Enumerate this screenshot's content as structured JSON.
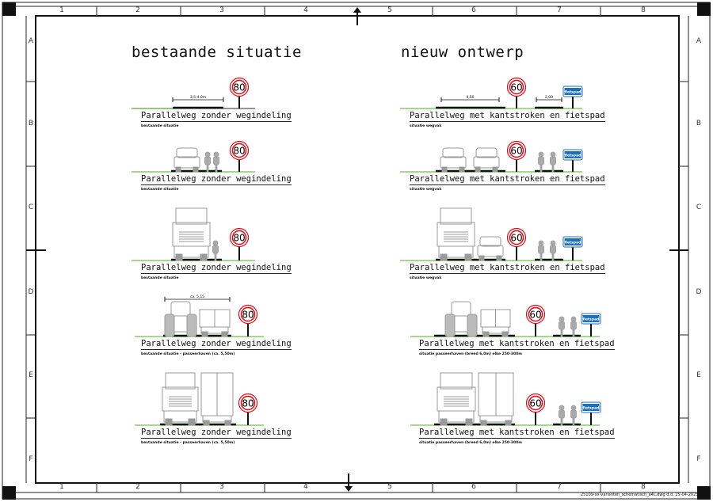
{
  "headings": {
    "left": "bestaande situatie",
    "right": "nieuw ontwerp"
  },
  "grid": {
    "columns": [
      "1",
      "2",
      "3",
      "4",
      "5",
      "6",
      "7",
      "8"
    ],
    "rows": [
      "A",
      "B",
      "C",
      "D",
      "E",
      "F"
    ]
  },
  "left_sections": [
    {
      "title": "Parallelweg zonder wegindeling",
      "subtitle": "bestaande situatie",
      "dimension": "3,5-4,0m",
      "speed": "80"
    },
    {
      "title": "Parallelweg zonder wegindeling",
      "subtitle": "bestaande situatie",
      "speed": "80"
    },
    {
      "title": "Parallelweg zonder wegindeling",
      "subtitle": "bestaande situatie",
      "speed": "80"
    },
    {
      "title": "Parallelweg zonder wegindeling",
      "subtitle": "bestaande situatie - passeerhaven (ca. 5,50m)",
      "dimension": "ca. 5,15",
      "speed": "80"
    },
    {
      "title": "Parallelweg zonder wegindeling",
      "subtitle": "bestaande situatie - passeerhaven (ca. 5,50m)",
      "speed": "80"
    }
  ],
  "right_sections": [
    {
      "title": "Parallelweg met kantstroken en fietspad",
      "subtitle": "situatie wegvak",
      "dimension": "4,50",
      "dimension2": "2,00",
      "speed": "60",
      "sign": "fietspad"
    },
    {
      "title": "Parallelweg met kantstroken en fietspad",
      "subtitle": "situatie wegvak",
      "speed": "60",
      "sign": "fietspad"
    },
    {
      "title": "Parallelweg met kantstroken en fietspad",
      "subtitle": "situatie wegvak",
      "speed": "60",
      "sign": "fietspad"
    },
    {
      "title": "Parallelweg met kantstroken en fietspad",
      "subtitle": "situatie passeerhaven (breed 6,0m) elke 250-300m",
      "speed": "60",
      "sign": "fietspad"
    },
    {
      "title": "Parallelweg met kantstroken en fietspad",
      "subtitle": "situatie passeerhaven (breed 6,0m) elke 250-300m",
      "speed": "60",
      "sign": "fietspad"
    }
  ],
  "footer": {
    "filename": "25109-xx-varianten_schematisch_a4L.dwg d.d. 25-04-2025"
  },
  "colors": {
    "grass": "#6cc24a",
    "sign_red": "#e30613",
    "sign_blue": "#1f6fb8",
    "vehicle": "#9a9a9a"
  }
}
